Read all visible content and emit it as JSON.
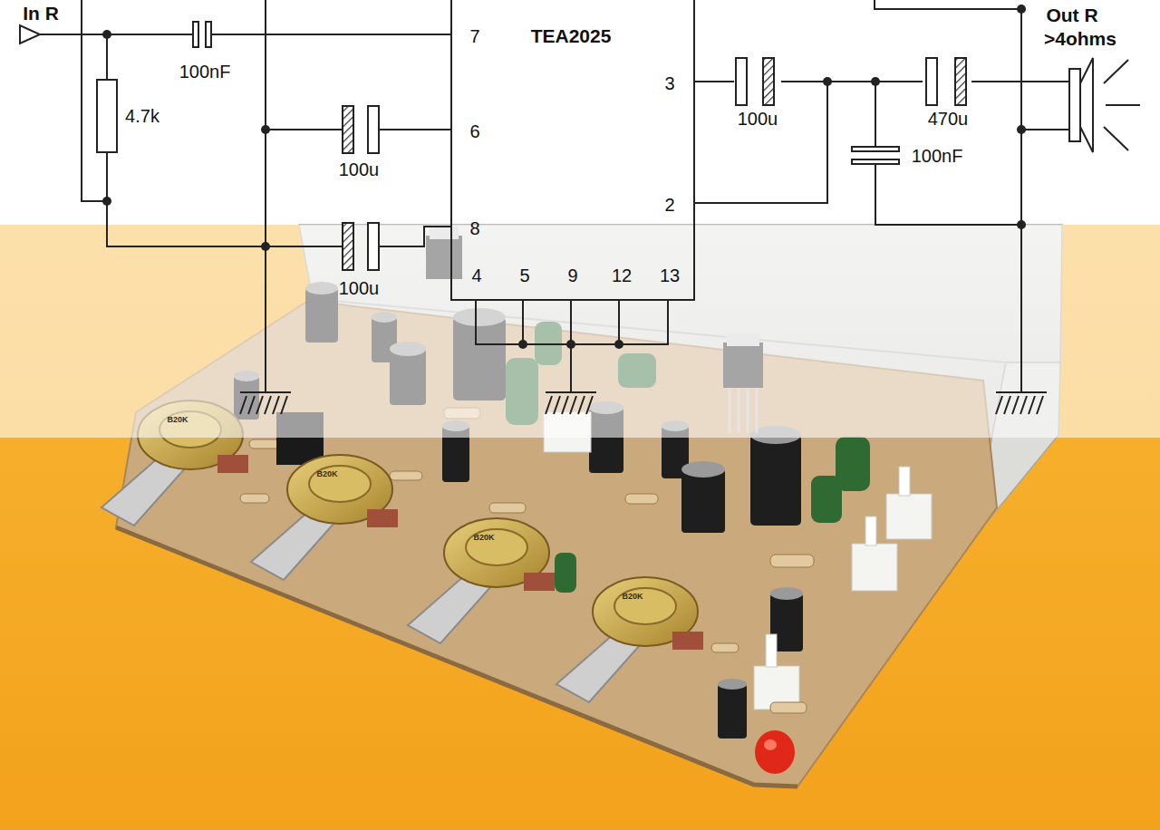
{
  "diagram": {
    "nodes": [
      {
        "text": [
          "TEA2025",
          "7",
          "6",
          "8",
          "3",
          "2",
          "4",
          "5",
          "9",
          "12",
          "13"
        ]
      }
    ],
    "labels": [
      "In R",
      "100nF",
      "4.7k",
      "100u",
      "100u",
      "100u",
      "470u",
      "100nF",
      "Out R",
      ">4ohms",
      "B20K",
      "B20K",
      "B20K",
      "B20K"
    ]
  }
}
